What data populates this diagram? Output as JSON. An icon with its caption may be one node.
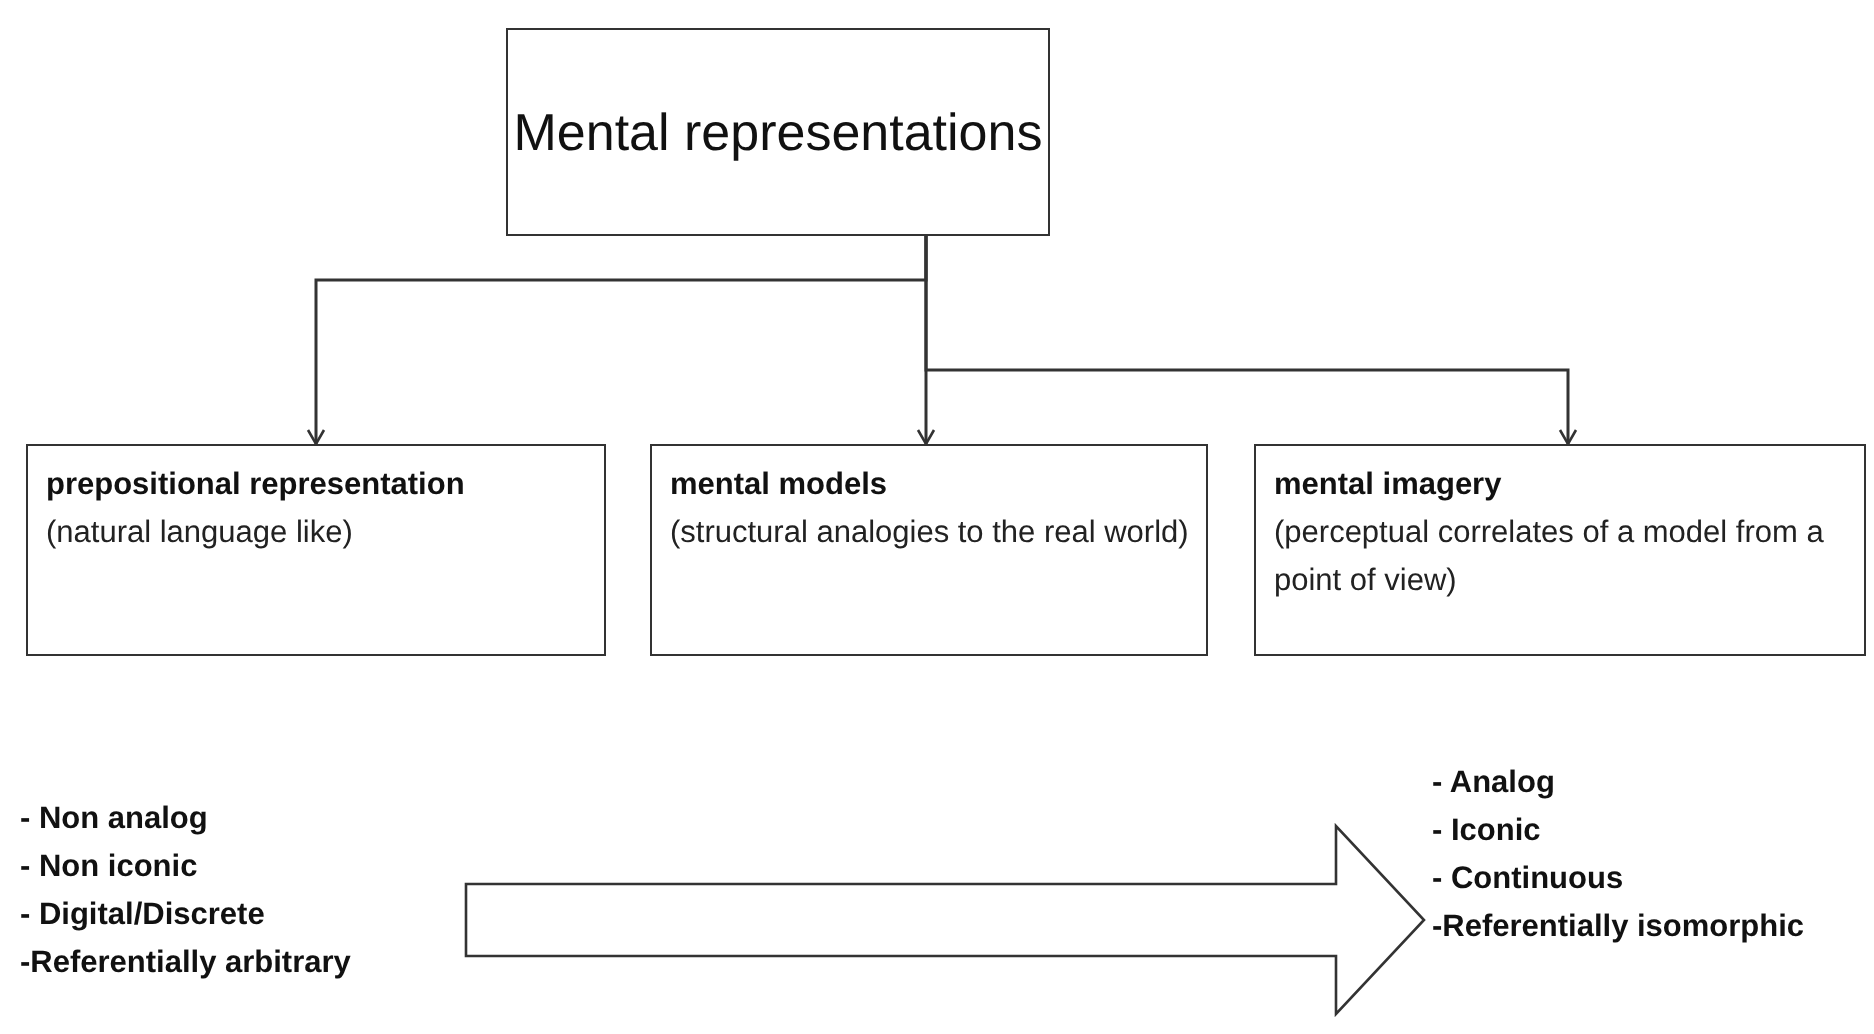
{
  "diagram": {
    "nodes": [
      {
        "text": [
          "Mental representations"
        ]
      },
      {
        "text": [
          "prepositional representation",
          "(natural language like)"
        ]
      },
      {
        "text": [
          "mental models",
          "(structural analogies to the real world)"
        ]
      },
      {
        "text": [
          "mental imagery",
          "(perceptual correlates of a model from a point of view)"
        ]
      },
      {
        "text": [
          "- Non analog",
          "- Non iconic",
          "- Digital/Discrete",
          "-Referentially arbitrary"
        ]
      },
      {
        "text": [
          "- Analog",
          "- Iconic",
          "- Continuous",
          "-Referentially isomorphic"
        ]
      }
    ],
    "edges": [
      {
        "from": 0,
        "to": 1,
        "arrow": "to"
      },
      {
        "from": 0,
        "to": 2,
        "arrow": "to"
      },
      {
        "from": 0,
        "to": 3,
        "arrow": "to"
      },
      {
        "from": 4,
        "to": 5,
        "arrow": "to",
        "style": "thick"
      }
    ]
  }
}
